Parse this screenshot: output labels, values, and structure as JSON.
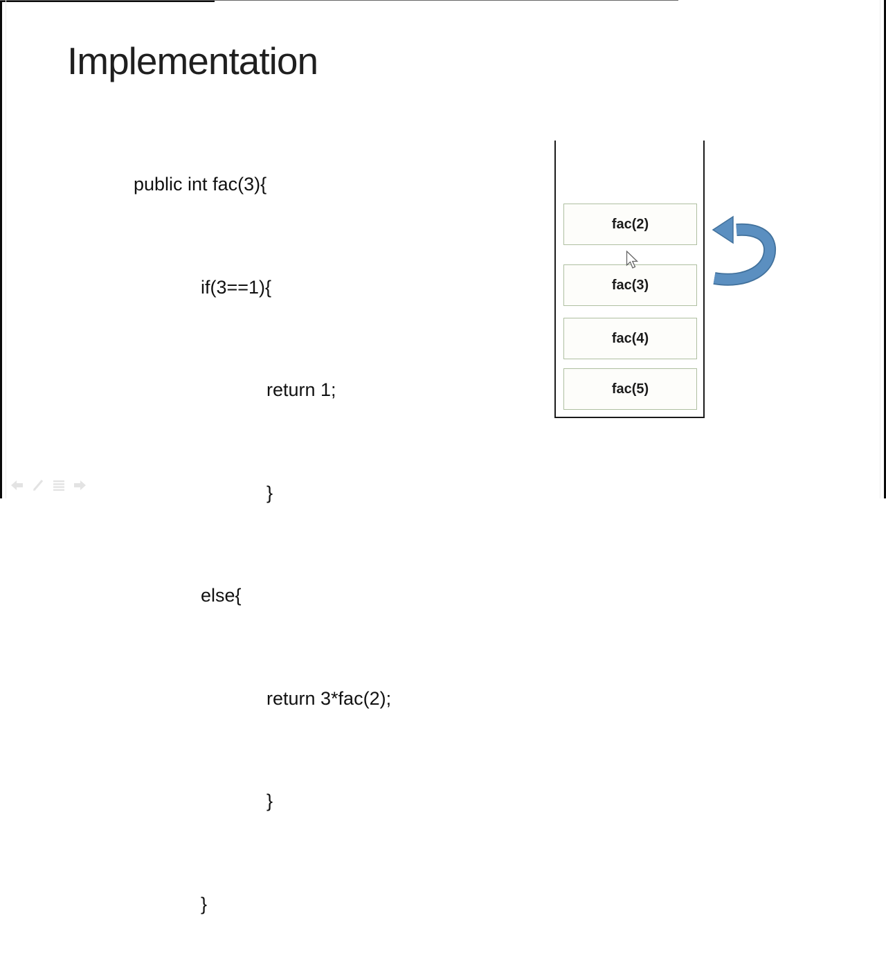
{
  "slide": {
    "title": "Implementation",
    "code_lines": [
      {
        "text": "public int fac(3){",
        "indent": 0
      },
      {
        "text": "if(3==1){",
        "indent": 1
      },
      {
        "text": "return 1;",
        "indent": 2
      },
      {
        "text": "}",
        "indent": 2
      },
      {
        "text": "else{",
        "indent": 1
      },
      {
        "text": "return 3*fac(2);",
        "indent": 2
      },
      {
        "text": "}",
        "indent": 2
      },
      {
        "text": "}",
        "indent": 1
      }
    ]
  },
  "stack_diagram": {
    "frames": [
      {
        "label": "fac(2)"
      },
      {
        "label": "fac(3)"
      },
      {
        "label": "fac(4)"
      },
      {
        "label": "fac(5)"
      }
    ],
    "arrow_icon": "curved-return-arrow-icon",
    "colors": {
      "arrow_blue": "#5b8fc0",
      "arrow_blue_dark": "#41719c",
      "frame_border_green": "#aebfa0",
      "stack_outline": "#1a1a1a"
    }
  },
  "presenter_toolbar": {
    "icons": [
      {
        "name": "previous-slide-icon"
      },
      {
        "name": "pen-icon"
      },
      {
        "name": "menu-icon"
      },
      {
        "name": "next-slide-icon"
      }
    ],
    "icon_color": "#e3e3e3"
  },
  "cursor": {
    "icon": "mouse-pointer-icon"
  }
}
